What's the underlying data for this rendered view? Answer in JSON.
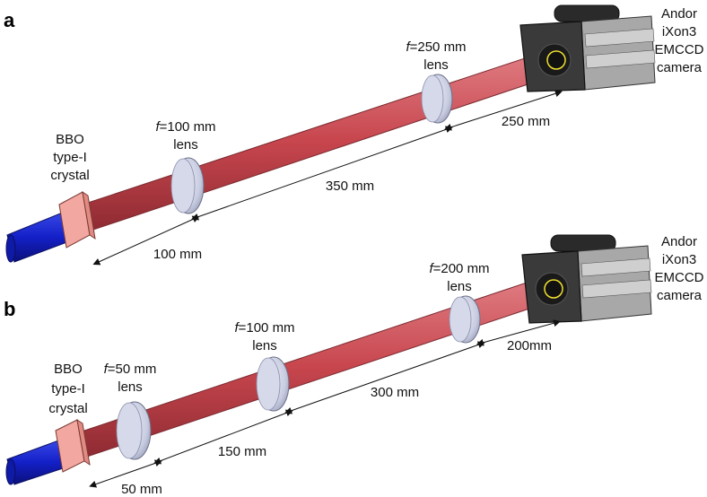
{
  "panels": [
    {
      "letter": "a",
      "crystal_label": [
        "BBO",
        "type-I",
        "crystal"
      ],
      "lenses": [
        {
          "f_symbol": "f",
          "f_value": "=100 mm",
          "word": "lens"
        },
        {
          "f_symbol": "f",
          "f_value": "=250 mm",
          "word": "lens"
        }
      ],
      "camera_label": [
        "Andor",
        "iXon3",
        "EMCCD",
        "camera"
      ],
      "distances": [
        "100 mm",
        "350 mm",
        "250 mm"
      ]
    },
    {
      "letter": "b",
      "crystal_label": [
        "BBO",
        "type-I",
        "crystal"
      ],
      "lenses": [
        {
          "f_symbol": "f",
          "f_value": "=50 mm",
          "word": "lens"
        },
        {
          "f_symbol": "f",
          "f_value": "=100 mm",
          "word": "lens"
        },
        {
          "f_symbol": "f",
          "f_value": "=200 mm",
          "word": "lens"
        }
      ],
      "camera_label": [
        "Andor",
        "iXon3",
        "EMCCD",
        "camera"
      ],
      "distances": [
        "50 mm",
        "150 mm",
        "300 mm",
        "200mm"
      ]
    }
  ],
  "colors": {
    "pump_beam": "#1420c8",
    "beam": "#c8464e",
    "crystal": "#f2a8a0",
    "lens": "#c8cce0",
    "camera_body": "#3a3a3a",
    "camera_side": "#a8a8a8",
    "sensor_ring": "#f0e030"
  }
}
